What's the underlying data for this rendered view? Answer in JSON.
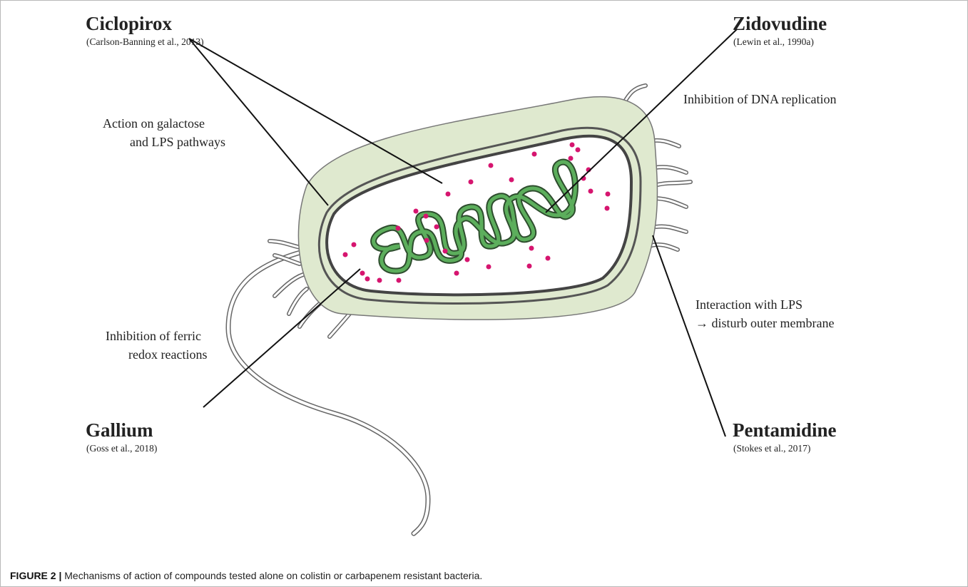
{
  "ciclopirox": {
    "name": "Ciclopirox",
    "ref": "(Carlson-Banning et al., 2013)",
    "desc_line1": "Action on galactose",
    "desc_line2": "and LPS pathways"
  },
  "zidovudine": {
    "name": "Zidovudine",
    "ref": "(Lewin et al., 1990a)",
    "desc_line1": "Inhibition of DNA replication"
  },
  "gallium": {
    "name": "Gallium",
    "ref": "(Goss et al., 2018)",
    "desc_line1": "Inhibition of ferric",
    "desc_line2": "redox reactions"
  },
  "pentamidine": {
    "name": "Pentamidine",
    "ref": "(Stokes et al., 2017)",
    "desc_line1": "Interaction with LPS",
    "desc_line2": "→ disturb outer membrane"
  },
  "caption": {
    "label": "FIGURE 2 |",
    "text": " Mechanisms of action of compounds tested alone on colistin or carbapenem resistant bacteria."
  },
  "colors": {
    "cell_wall": "#dfe9cf",
    "cytoplasm": "#ffffff",
    "dna": "#2e7d32",
    "ribosome": "#d6156f",
    "line": "#111111"
  }
}
